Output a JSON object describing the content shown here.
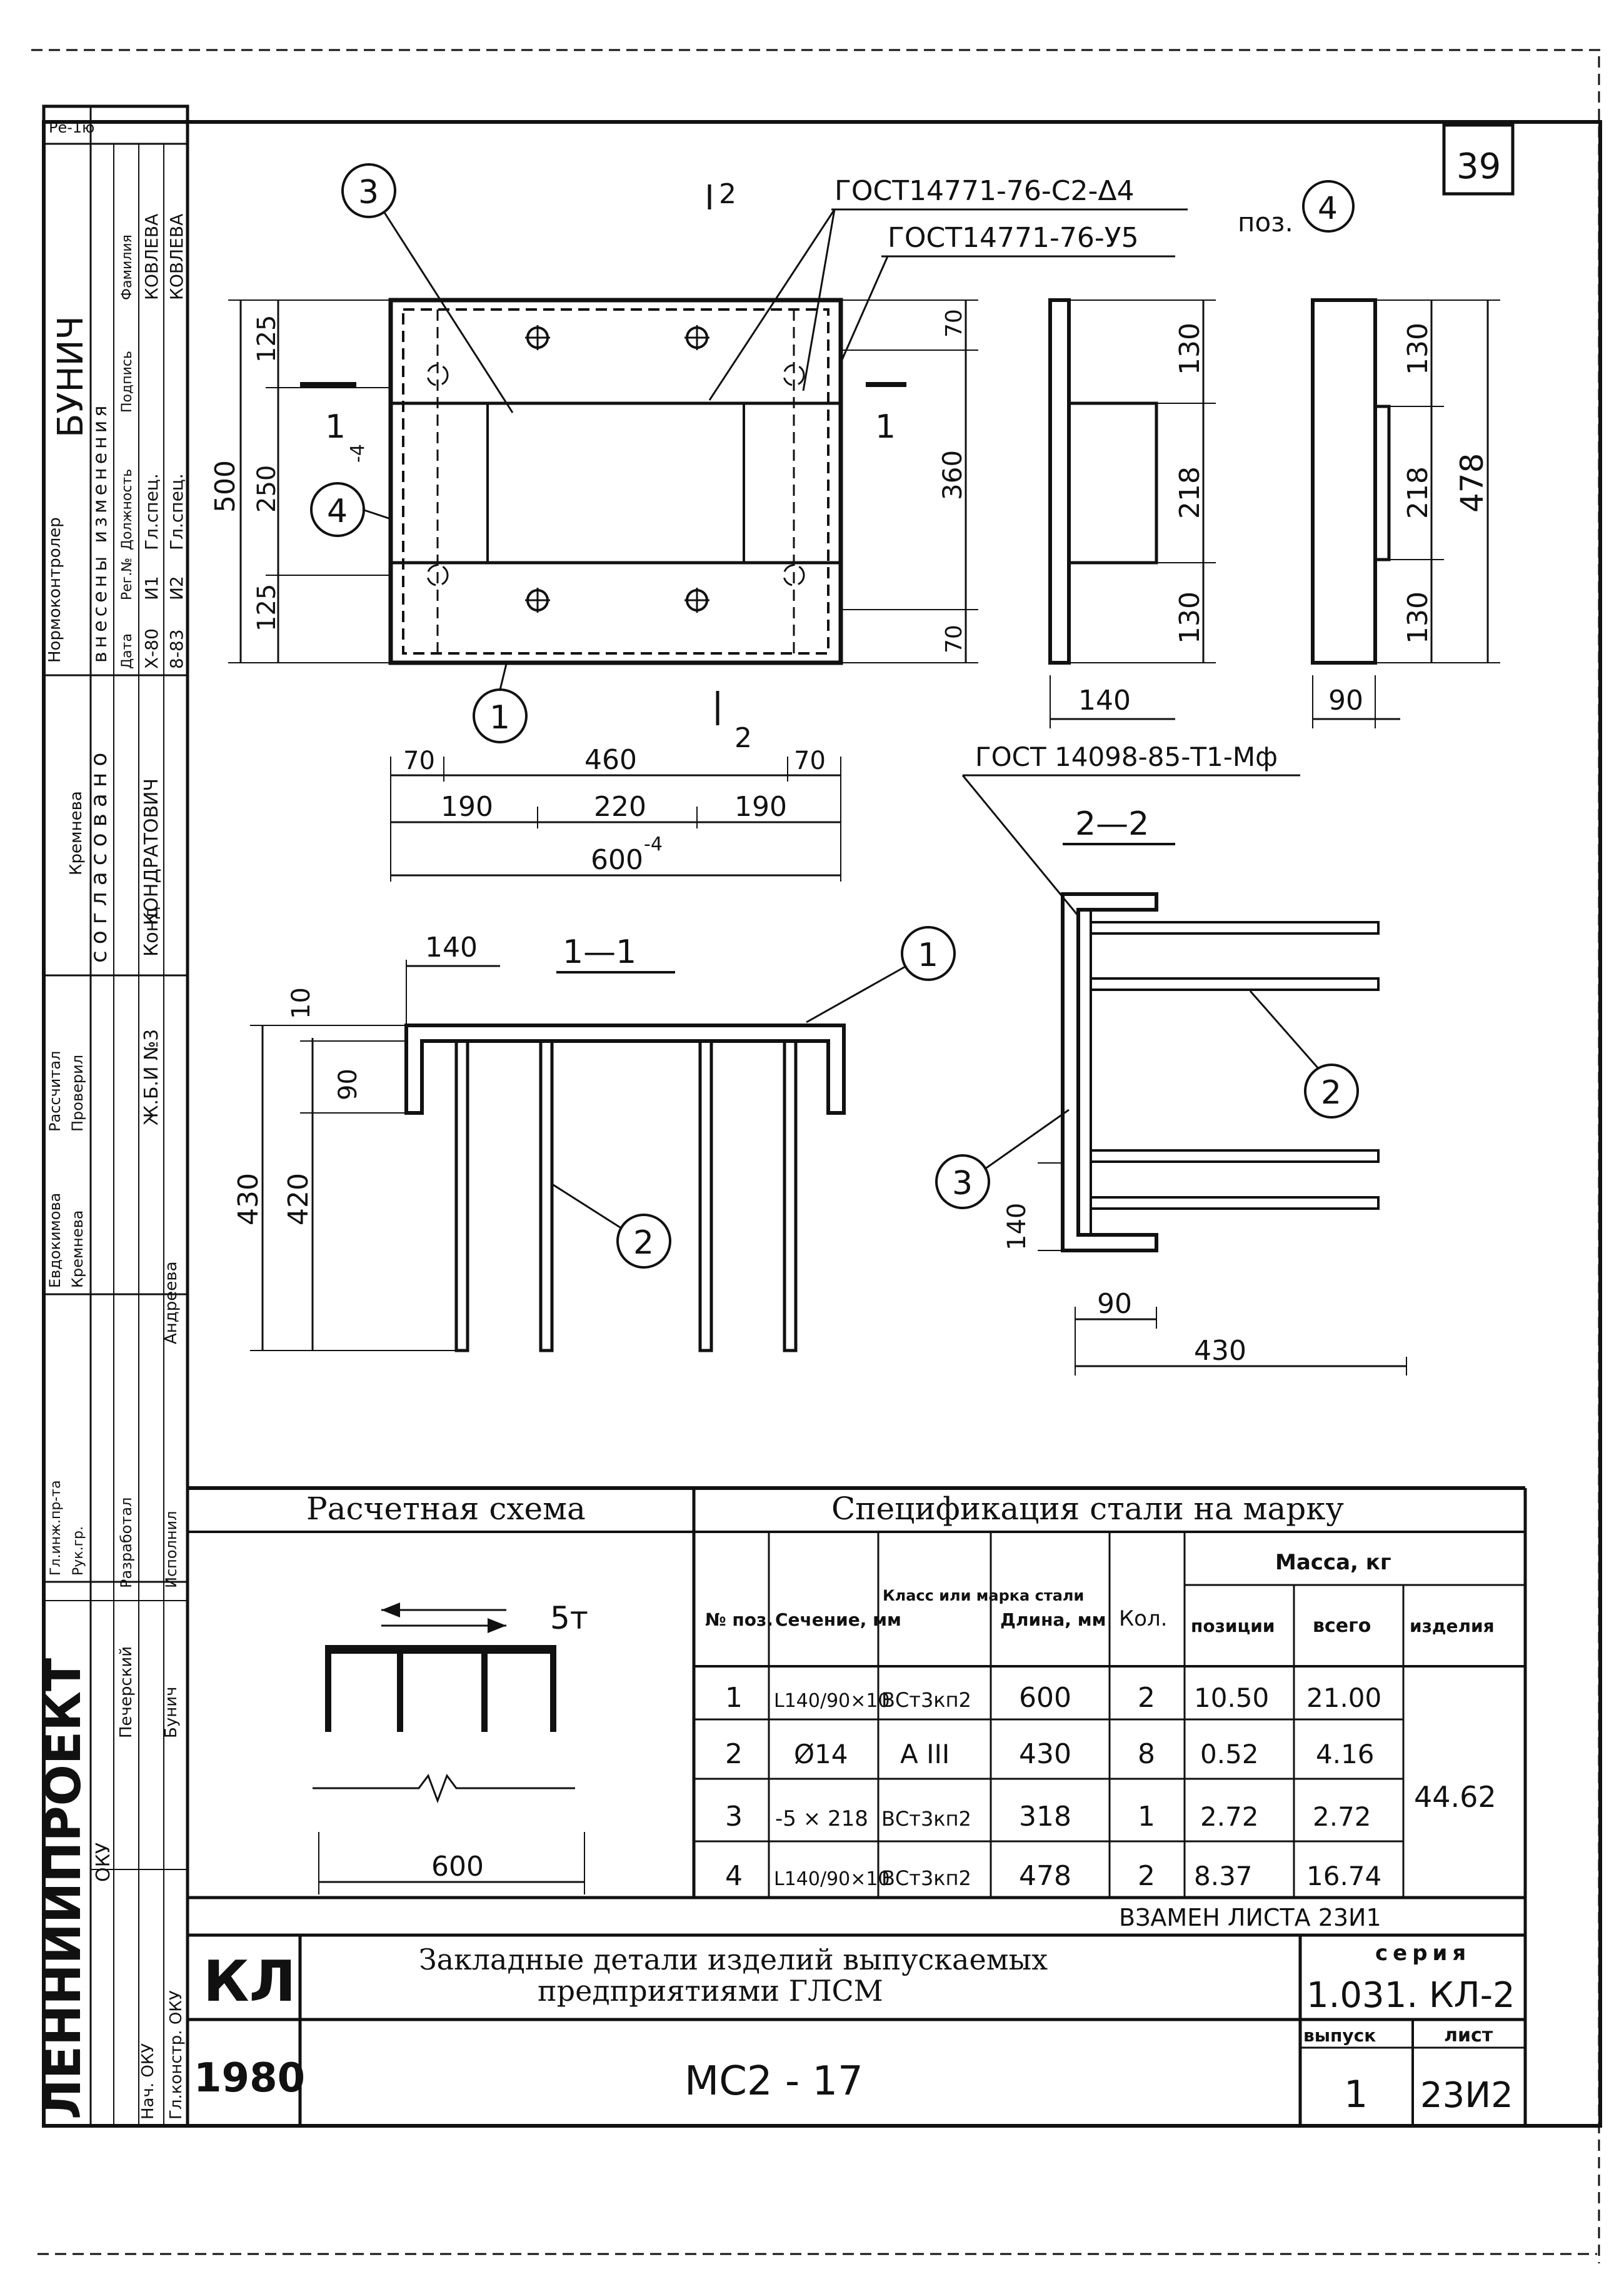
{
  "sheet": {
    "sheet_no": "39",
    "revision": "Ре-1ю",
    "kl": "КЛ",
    "year": "1980",
    "title_line1": "Закладные детали изделий выпускаемых",
    "title_line2": "предприятиями ГЛСМ",
    "mark": "МС2 - 17",
    "replaces": "ВЗАМЕН ЛИСТА 23И1",
    "series_label": "серия",
    "series_value": "1.031. КЛ-2",
    "issue_label": "выпуск",
    "issue_value": "1",
    "list_label": "лист",
    "list_value": "23И2",
    "org": "ЛЕННИИПРОЕКТ"
  },
  "stamp": {
    "changes_header": "внесены изменения",
    "change_cols": [
      "Дата",
      "Рег.№",
      "Должность",
      "Подпись",
      "Фамилия"
    ],
    "change_rows": [
      [
        "Х-80",
        "И1",
        "Гл.спец.",
        "",
        "КОВЛЕВА"
      ],
      [
        "8-83",
        "И2",
        "Гл.спец.",
        "",
        "КОВЛЕВА"
      ]
    ],
    "normokontroler_label": "Нормоконтролер",
    "normokontroler_name": "БУНИЧ",
    "agreed_header": "согласовано",
    "agreed_rows": [
      [
        "Кремнева",
        "КОНДРАТОВИЧ"
      ],
      [
        "Ж.Б.И №3",
        "Конд"
      ]
    ],
    "calc_label": "Рассчитал",
    "checked_label": "Проверил",
    "calc_name": "Евдокимова",
    "checked_name": "Кремнева",
    "dev_label": "Разработал",
    "exec_label": "Исполнил",
    "exec_name": "Андреева",
    "chief_label": "Гл.инж.пр-та",
    "group_label": "Рук.гр.",
    "nach_label": "Нач. ОКУ",
    "glkonstr_label": "Гл.констр. ОКУ",
    "okv": "ОКУ",
    "pechersky": "Печерский",
    "bunich": "Бунич"
  },
  "callouts": {
    "gost_weld1": "ГОСТ14771-76-С2-Δ4",
    "gost_weld2": "ГОСТ14771-76-У5",
    "gost_weld3": "ГОСТ 14098-85-Т1-Мф",
    "poz_label": "поз.",
    "c1": "1",
    "c2": "2",
    "c3": "3",
    "c4": "4"
  },
  "plan": {
    "d500": "500",
    "d125a": "125",
    "d250": "250",
    "d125b": "125",
    "d70a": "70",
    "d360": "360",
    "d70b": "70",
    "d70c": "70",
    "d460": "460",
    "d70d": "70",
    "d190a": "190",
    "d220": "220",
    "d190b": "190",
    "d600": "600",
    "tol": "-4",
    "sec1": "1",
    "sec2": "2"
  },
  "pos4_views": {
    "d130a": "130",
    "d218a": "218",
    "d130b": "130",
    "d140": "140",
    "d130c": "130",
    "d218b": "218",
    "d130d": "130",
    "d478": "478",
    "d90": "90"
  },
  "section11": {
    "label": "1—1",
    "d140": "140",
    "d10": "10",
    "d90": "90",
    "d430": "430",
    "d420": "420"
  },
  "section22": {
    "label": "2—2",
    "d140": "140",
    "d90": "90",
    "d430": "430"
  },
  "calc_scheme": {
    "title": "Расчетная схема",
    "force": "5т",
    "span": "600"
  },
  "spec": {
    "title": "Спецификация стали на марку",
    "headers": [
      "№ поз.",
      "Сечение, мм",
      "Класс или марка стали",
      "Длина, мм",
      "Кол.",
      "позиции",
      "всего",
      "изделия"
    ],
    "mass_header": "Масса, кг",
    "rows": [
      [
        "1",
        "L140/90×10",
        "ВСт3кп2",
        "600",
        "2",
        "10.50",
        "21.00"
      ],
      [
        "2",
        "Ø14",
        "А III",
        "430",
        "8",
        "0.52",
        "4.16"
      ],
      [
        "3",
        "-5 × 218",
        "ВСт3кп2",
        "318",
        "1",
        "2.72",
        "2.72"
      ],
      [
        "4",
        "L140/90×10",
        "ВСт3кп2",
        "478",
        "2",
        "8.37",
        "16.74"
      ]
    ],
    "total": "44.62"
  }
}
